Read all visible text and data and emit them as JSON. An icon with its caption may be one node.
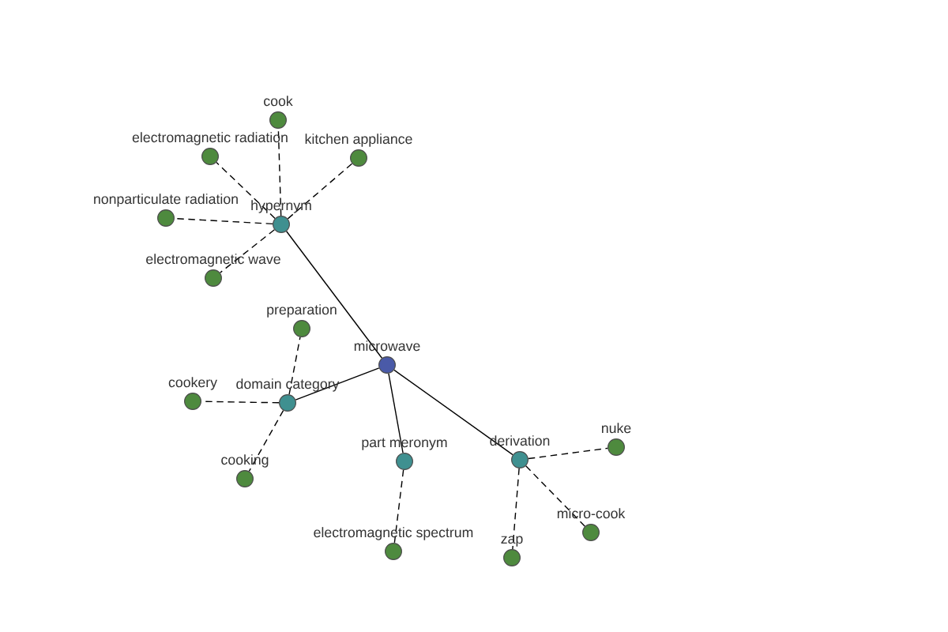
{
  "diagram": {
    "nodes": [
      {
        "text": [
          "microwave"
        ]
      },
      {
        "text": [
          "hypernym"
        ]
      },
      {
        "text": [
          "domain category"
        ]
      },
      {
        "text": [
          "part meronym"
        ]
      },
      {
        "text": [
          "derivation"
        ]
      },
      {
        "text": [
          "cook"
        ]
      },
      {
        "text": [
          "electromagnetic radiation"
        ]
      },
      {
        "text": [
          "kitchen appliance"
        ]
      },
      {
        "text": [
          "nonparticulate radiation"
        ]
      },
      {
        "text": [
          "electromagnetic wave"
        ]
      },
      {
        "text": [
          "preparation"
        ]
      },
      {
        "text": [
          "cookery"
        ]
      },
      {
        "text": [
          "cooking"
        ]
      },
      {
        "text": [
          "electromagnetic spectrum"
        ]
      },
      {
        "text": [
          "nuke"
        ]
      },
      {
        "text": [
          "zap"
        ]
      },
      {
        "text": [
          "micro-cook"
        ]
      }
    ],
    "edges": [
      {
        "from": 0,
        "to": 1,
        "arrow": "none"
      },
      {
        "from": 0,
        "to": 2,
        "arrow": "none"
      },
      {
        "from": 0,
        "to": 3,
        "arrow": "none"
      },
      {
        "from": 0,
        "to": 4,
        "arrow": "none"
      },
      {
        "from": 1,
        "to": 5,
        "arrow": "none",
        "style": "dashed"
      },
      {
        "from": 1,
        "to": 6,
        "arrow": "none",
        "style": "dashed"
      },
      {
        "from": 1,
        "to": 7,
        "arrow": "none",
        "style": "dashed"
      },
      {
        "from": 1,
        "to": 8,
        "arrow": "none",
        "style": "dashed"
      },
      {
        "from": 1,
        "to": 9,
        "arrow": "none",
        "style": "dashed"
      },
      {
        "from": 2,
        "to": 10,
        "arrow": "none",
        "style": "dashed"
      },
      {
        "from": 2,
        "to": 11,
        "arrow": "none",
        "style": "dashed"
      },
      {
        "from": 2,
        "to": 12,
        "arrow": "none",
        "style": "dashed"
      },
      {
        "from": 3,
        "to": 13,
        "arrow": "none",
        "style": "dashed"
      },
      {
        "from": 4,
        "to": 14,
        "arrow": "none",
        "style": "dashed"
      },
      {
        "from": 4,
        "to": 15,
        "arrow": "none",
        "style": "dashed"
      },
      {
        "from": 4,
        "to": 16,
        "arrow": "none",
        "style": "dashed"
      }
    ]
  }
}
